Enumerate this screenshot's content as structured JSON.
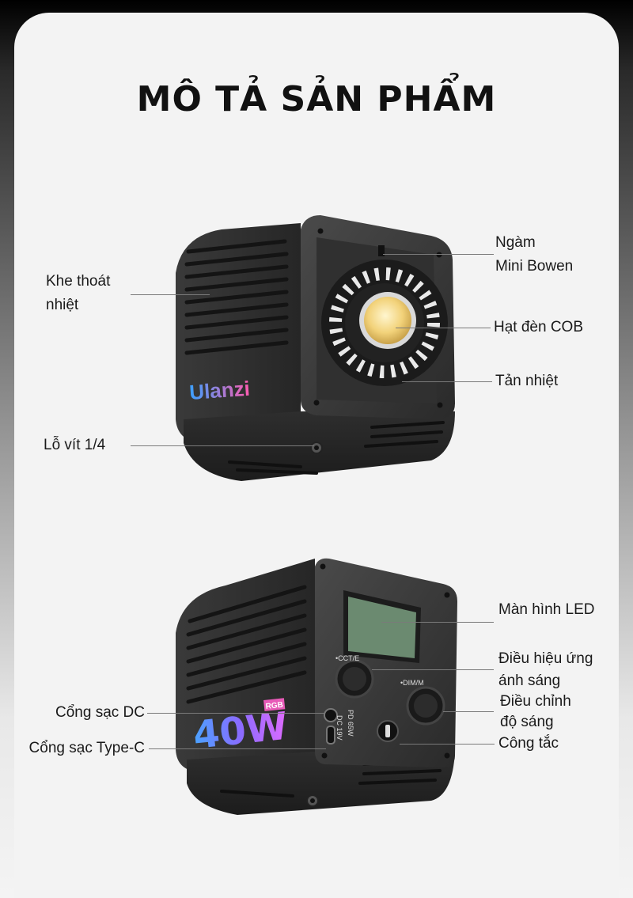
{
  "title": "MÔ TẢ SẢN PHẨM",
  "brand": "Ulanzi",
  "power_label": "40W",
  "power_badge": "RGB",
  "port_labels": {
    "dc": "DC 19V",
    "pd": "PD 65W"
  },
  "knob_labels": {
    "cct": "•CCT/E",
    "dim": "•DIM/M"
  },
  "top_view": {
    "callouts": {
      "mount": [
        "Ngàm",
        "Mini Bowen"
      ],
      "cob": "Hạt đèn COB",
      "heatsink": "Tản nhiệt",
      "vents": [
        "Khe thoát",
        "nhiệt"
      ],
      "screw": "Lỗ vít 1/4"
    }
  },
  "bottom_view": {
    "callouts": {
      "led_screen": "Màn hình LED",
      "effects": [
        "Điều hiệu ứng",
        "ánh sáng"
      ],
      "brightness": [
        "Điều chỉnh",
        "độ sáng"
      ],
      "power_switch": "Công tắc",
      "dc_port": "Cổng sạc DC",
      "typec_port": "Cổng sạc Type-C"
    }
  },
  "colors": {
    "body": "#2b2b2b",
    "face": "#3a3a3a",
    "cob": "#f2d27a",
    "screen": "#6b8a70"
  }
}
